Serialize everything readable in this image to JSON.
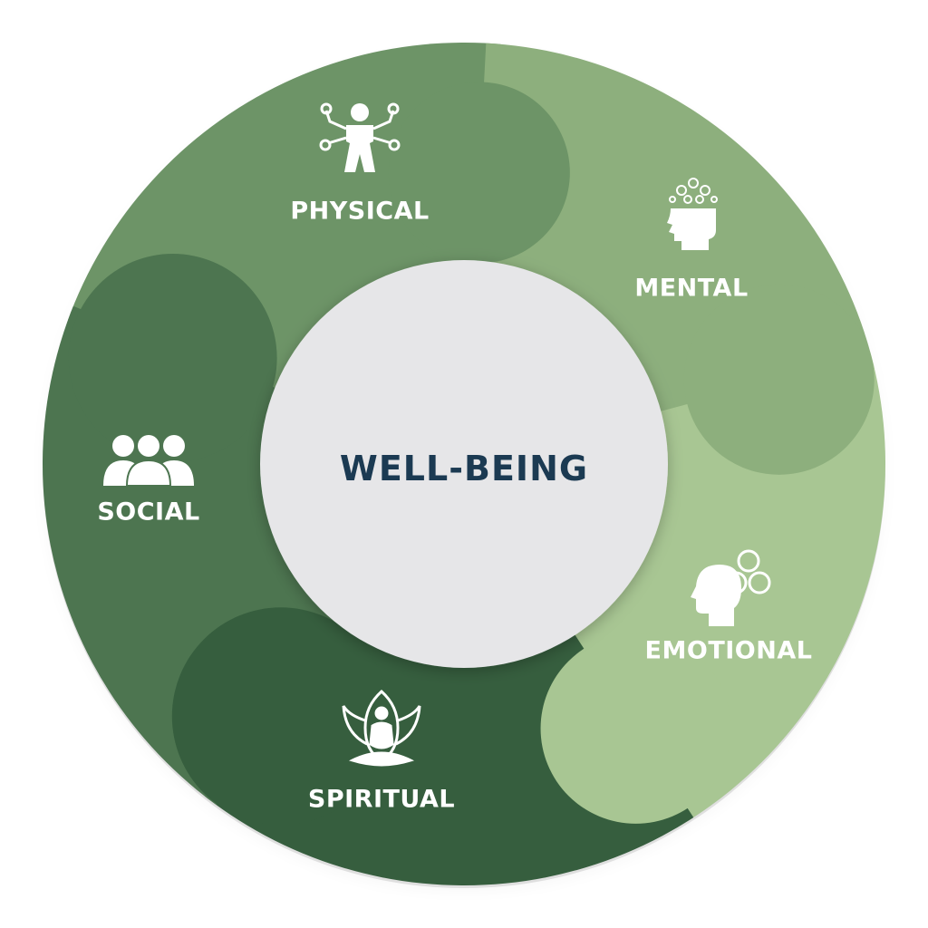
{
  "center": {
    "title": "WELL-BEING",
    "color": "#e6e6e8",
    "text_color": "#1b3a52"
  },
  "segments": [
    {
      "label": "PHYSICAL",
      "icon": "body-nodes-icon",
      "color": "#6d9467"
    },
    {
      "label": "MENTAL",
      "icon": "head-swirls-icon",
      "color": "#8daf7d"
    },
    {
      "label": "EMOTIONAL",
      "icon": "head-emoji-icon",
      "color": "#a8c693"
    },
    {
      "label": "SPIRITUAL",
      "icon": "meditation-lotus-icon",
      "color": "#365e3e"
    },
    {
      "label": "SOCIAL",
      "icon": "group-people-icon",
      "color": "#4d7550"
    }
  ]
}
